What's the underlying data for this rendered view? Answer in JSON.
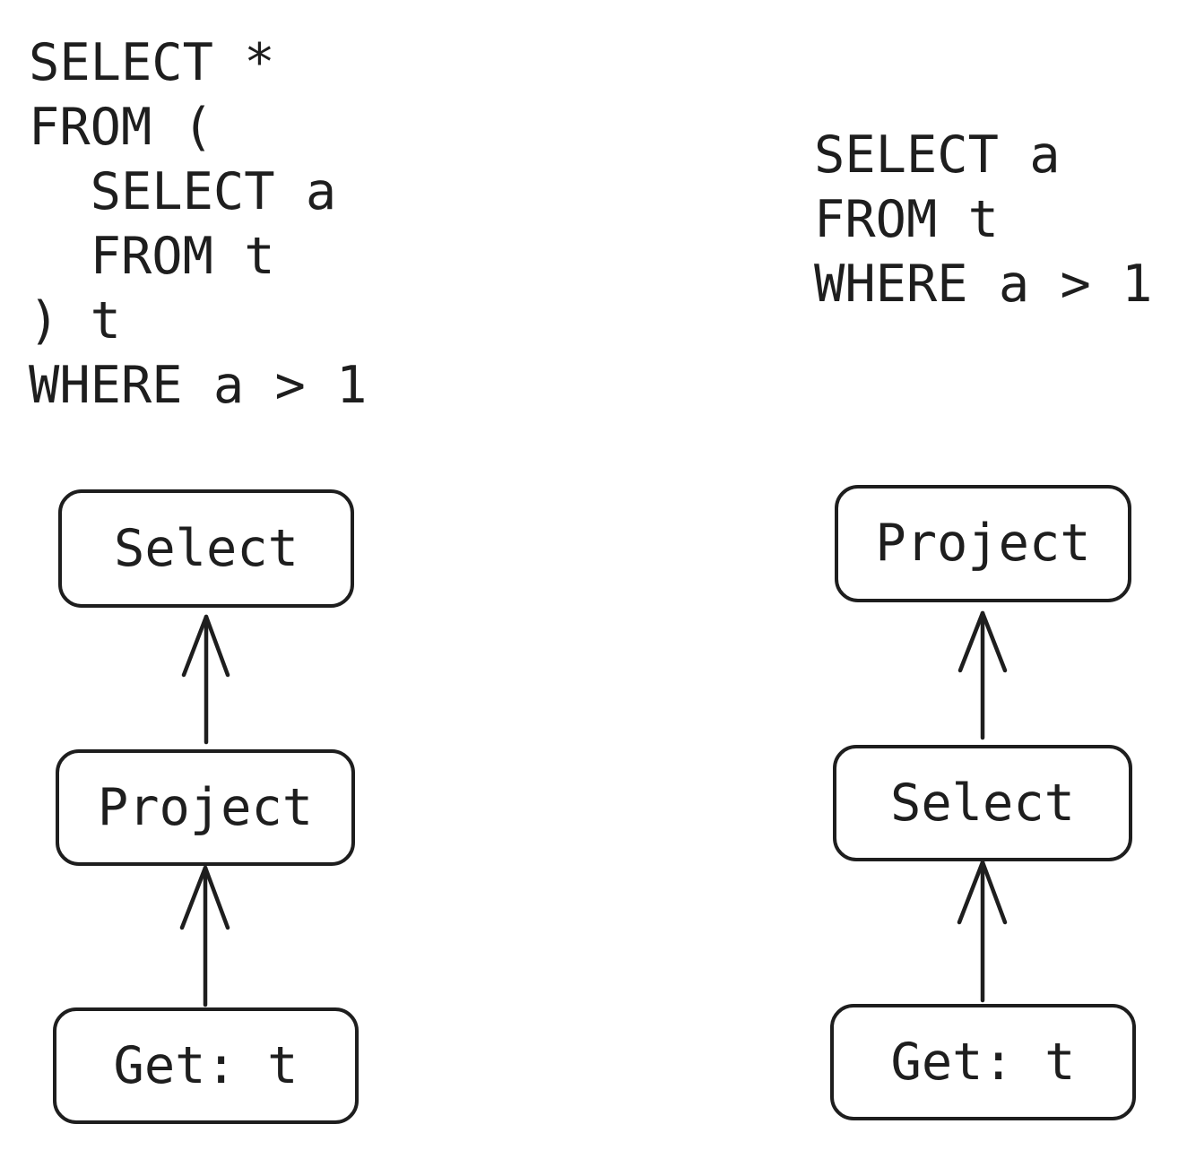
{
  "left_query": {
    "lines": [
      "SELECT *",
      "FROM (",
      "  SELECT a",
      "  FROM t",
      ") t",
      "WHERE a > 1"
    ]
  },
  "right_query": {
    "lines": [
      "SELECT a",
      "FROM t",
      "WHERE a > 1"
    ]
  },
  "left_plan": {
    "nodes": [
      "Select",
      "Project",
      "Get: t"
    ]
  },
  "right_plan": {
    "nodes": [
      "Project",
      "Select",
      "Get: t"
    ]
  },
  "colors": {
    "ink": "#1e1e1e",
    "background": "#ffffff"
  }
}
